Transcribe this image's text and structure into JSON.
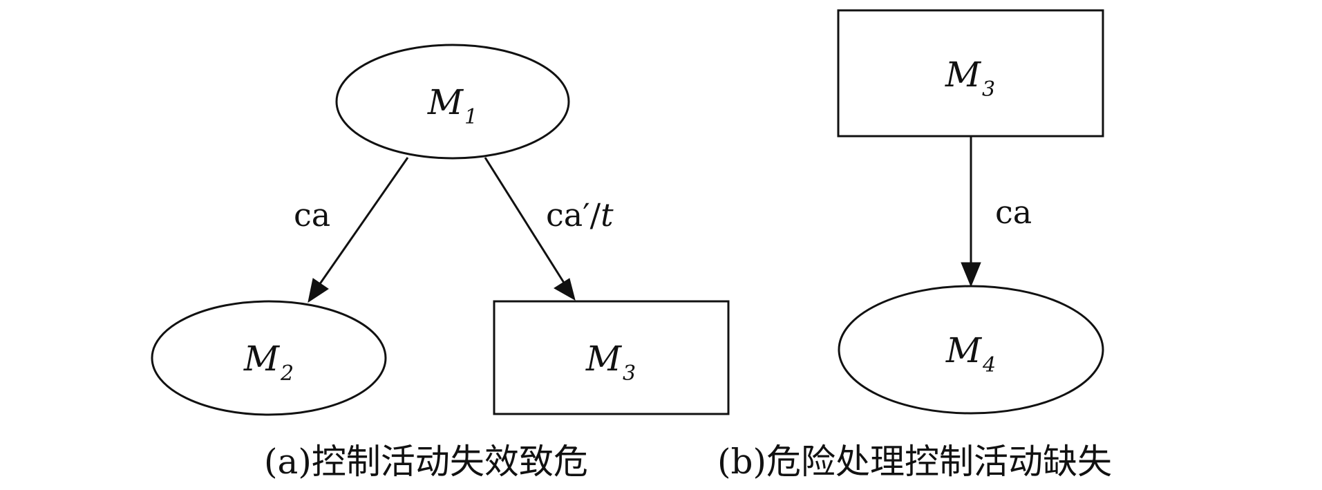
{
  "panels": {
    "a": {
      "caption": "(a)控制活动失效致危",
      "nodes": {
        "m1": {
          "main": "M",
          "sub": "1"
        },
        "m2": {
          "main": "M",
          "sub": "2"
        },
        "m3": {
          "main": "M",
          "sub": "3"
        }
      },
      "edges": {
        "m1_m2": {
          "label": "ca"
        },
        "m1_m3": {
          "label_prefix": "ca′/",
          "label_italic": "t"
        }
      }
    },
    "b": {
      "caption": "(b)危险处理控制活动缺失",
      "nodes": {
        "m3": {
          "main": "M",
          "sub": "3"
        },
        "m4": {
          "main": "M",
          "sub": "4"
        }
      },
      "edges": {
        "m3_m4": {
          "label": "ca"
        }
      }
    }
  }
}
